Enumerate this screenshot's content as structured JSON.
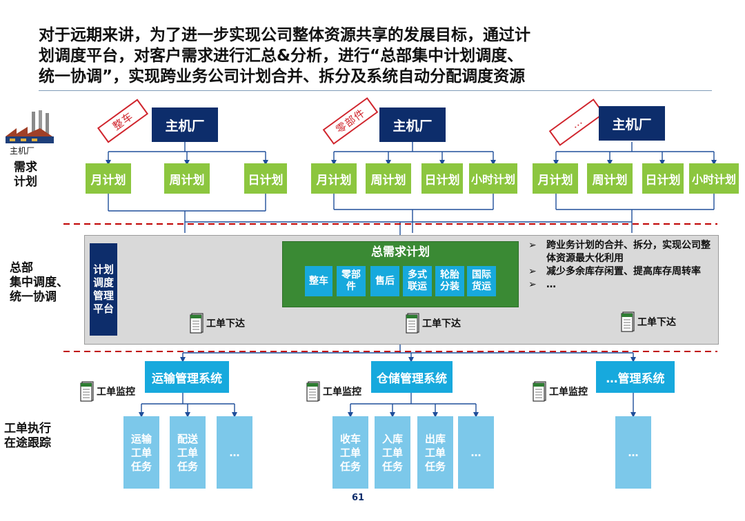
{
  "title_lines": [
    "对于远期来讲，为了进一步实现公司整体资源共享的发展目标，通过计",
    "划调度平台，对客户需求进行汇总&分析，进行“总部集中计划调度、",
    "统一协调”，实现跨业务公司计划合并、拆分及系统自动分配调度资源"
  ],
  "factory_caption": "主机厂",
  "left_labels": {
    "demand": [
      "需求",
      "计划"
    ],
    "hq": [
      "总部",
      "集中调度、",
      "统一协调"
    ],
    "exec": [
      "工单执行",
      "在途跟踪"
    ]
  },
  "groups": [
    {
      "stamp": "整车",
      "main": "主机厂",
      "plans": [
        "月计划",
        "周计划",
        "日计划"
      ]
    },
    {
      "stamp": "零部件",
      "main": "主机厂",
      "plans": [
        "月计划",
        "周计划",
        "日计划",
        "小时计划"
      ]
    },
    {
      "stamp": "…",
      "main": "主机厂",
      "plans": [
        "月计划",
        "周计划",
        "日计划",
        "小时计划"
      ]
    }
  ],
  "platform_label": [
    "计划",
    "调度",
    "管理",
    "平台"
  ],
  "total_demand": {
    "title": "总需求计划",
    "items": [
      [
        "整车"
      ],
      [
        "零部",
        "件"
      ],
      [
        "售后"
      ],
      [
        "多式",
        "联运"
      ],
      [
        "轮胎",
        "分装"
      ],
      [
        "国际",
        "货运"
      ]
    ]
  },
  "bullets": [
    {
      "mark": "➢",
      "text": "跨业务计划的合并、拆分，实现公司整体资源最大化利用"
    },
    {
      "mark": "➢",
      "text": "减少多余库存闲置、提高库存周转率"
    },
    {
      "mark": "➢",
      "text": "…"
    }
  ],
  "work_order_label": "工单下达",
  "monitor_label": "工单监控",
  "systems": [
    {
      "name": "运输管理系统",
      "tasks": [
        [
          "运输",
          "工单",
          "任务"
        ],
        [
          "配送",
          "工单",
          "任务"
        ],
        [
          "…"
        ]
      ]
    },
    {
      "name": "仓储管理系统",
      "tasks": [
        [
          "收车",
          "工单",
          "任务"
        ],
        [
          "入库",
          "工单",
          "任务"
        ],
        [
          "出库",
          "工单",
          "任务"
        ],
        [
          "…"
        ]
      ]
    },
    {
      "name": "…管理系统",
      "tasks": [
        [
          "…"
        ]
      ]
    }
  ],
  "page_number": "61",
  "colors": {
    "navy": "#0d2d6b",
    "green": "#8cc63f",
    "dark_green": "#3a8a34",
    "cyan": "#17a9dd",
    "light_cyan": "#7cc8ea",
    "red": "#d0252d",
    "panel": "#d9d9d9"
  }
}
